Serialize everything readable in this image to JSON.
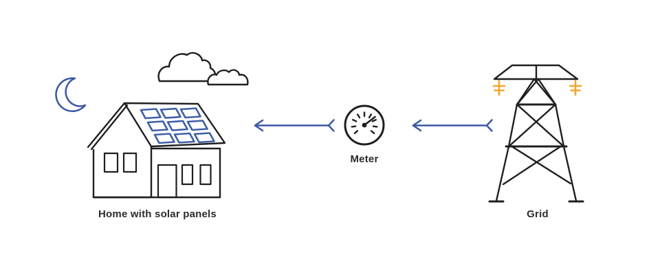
{
  "nodes": {
    "home": {
      "label": "Home with solar panels"
    },
    "meter": {
      "label": "Meter"
    },
    "grid": {
      "label": "Grid"
    }
  },
  "edges": [
    {
      "from": "grid",
      "to": "meter",
      "direction": "left"
    },
    {
      "from": "meter",
      "to": "home",
      "direction": "left"
    }
  ],
  "icons": [
    "moon-icon",
    "clouds-icon",
    "house-with-solar-panels-icon",
    "gauge-meter-icon",
    "transmission-tower-icon",
    "insulator-icon",
    "left-arrow-icon"
  ],
  "colors": {
    "background": "#ffffff",
    "outline_ink": "#1f1f1f",
    "label_ink": "#2b2b2b",
    "arrow_blue": "#3a57a5",
    "panel_blue": "#3d5fa8",
    "insulator_yellow": "#f0a72e"
  }
}
